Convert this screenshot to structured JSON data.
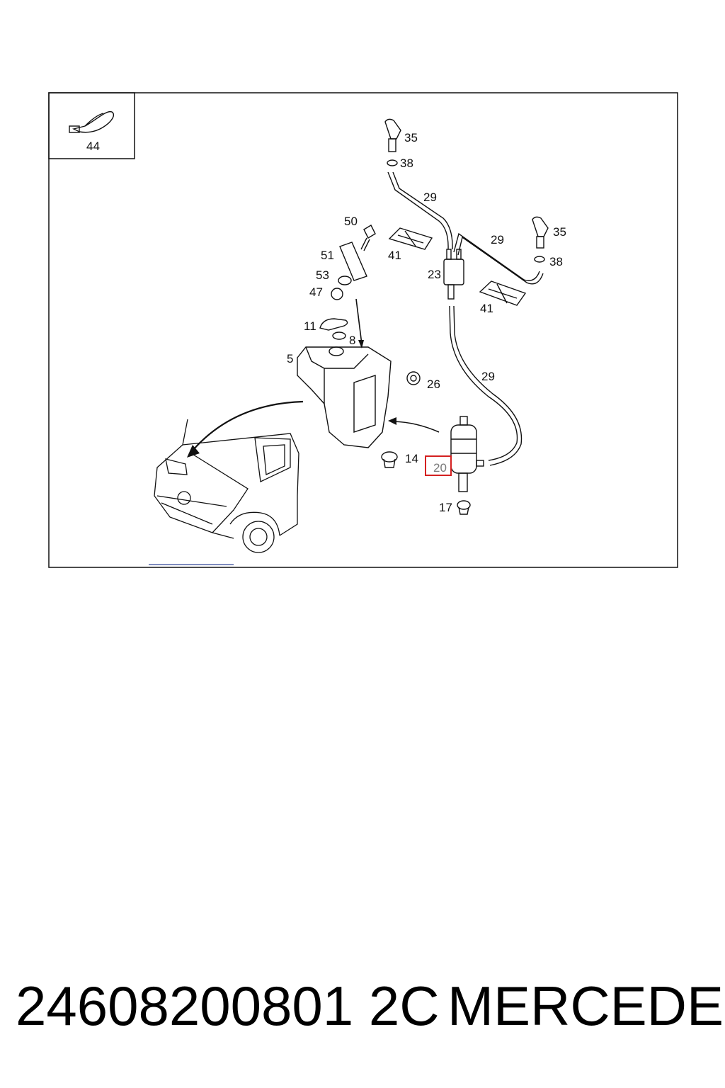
{
  "callouts": {
    "inset": "44",
    "n35a": "35",
    "n38a": "38",
    "n29a": "29",
    "n35b": "35",
    "n38b": "38",
    "n29b": "29",
    "n50": "50",
    "n51": "51",
    "n53": "53",
    "n47": "47",
    "n41a": "41",
    "n23": "23",
    "n41b": "41",
    "n11": "11",
    "n8": "8",
    "n5": "5",
    "n26": "26",
    "n29c": "29",
    "n14": "14",
    "n20": "20",
    "n17": "17"
  },
  "highlight_color": "#d42020",
  "footer": {
    "part_number": "24608200801 2C",
    "brand": "MERCEDES"
  }
}
